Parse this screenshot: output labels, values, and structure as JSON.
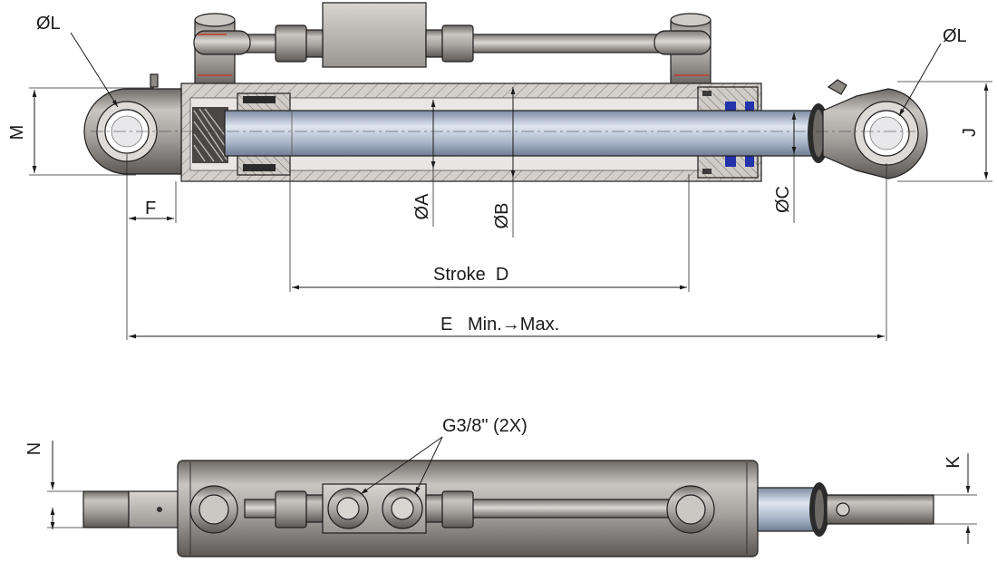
{
  "labels": {
    "phi_l_left": "ØL",
    "phi_l_right": "ØL",
    "m": "M",
    "j": "J",
    "f": "F",
    "phi_a": "ØA",
    "phi_b": "ØB",
    "phi_c": "ØC",
    "stroke": "Stroke  D",
    "e_minmax": "E   Min.→Max.",
    "port": "G3/8\" (2X)",
    "n": "N",
    "k": "K"
  },
  "colors": {
    "steel": "#a8a4a0",
    "steel_dark": "#6f6b68",
    "rod": "#b8c4d6",
    "seal_blue": "#2233aa",
    "hatch": "#8a8580"
  }
}
